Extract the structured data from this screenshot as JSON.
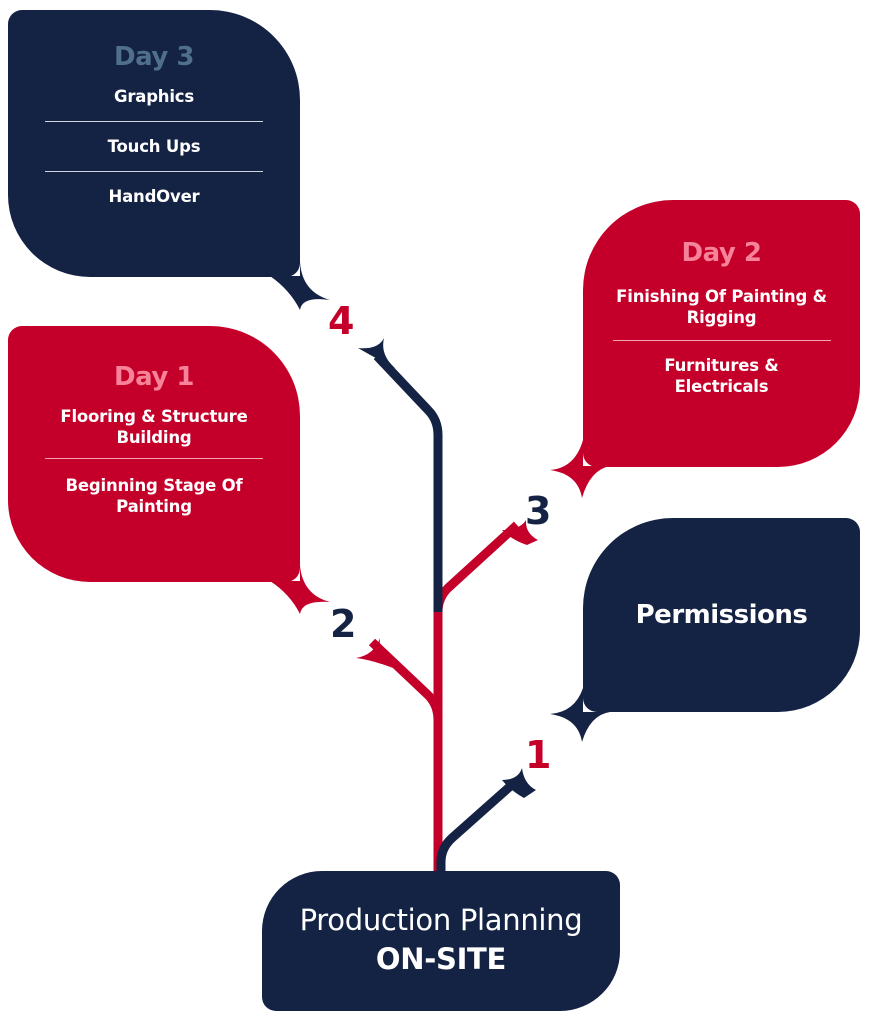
{
  "colors": {
    "navy": "#142344",
    "red": "#c4002a",
    "navy_title": "#4f6f8c",
    "red_title": "#f7839a",
    "text": "#ffffff"
  },
  "root": {
    "line1": "Production Planning",
    "line2": "ON-SITE"
  },
  "steps": [
    {
      "number": "1",
      "number_color": "red",
      "bubble_color": "navy",
      "title": "Permissions",
      "tasks": []
    },
    {
      "number": "2",
      "number_color": "navy",
      "bubble_color": "red",
      "title": "Day 1",
      "tasks": [
        "Flooring & Structure Building",
        "Beginning Stage Of Painting"
      ]
    },
    {
      "number": "3",
      "number_color": "navy",
      "bubble_color": "red",
      "title": "Day 2",
      "tasks": [
        "Finishing Of Painting & Rigging",
        "Furnitures & Electricals"
      ]
    },
    {
      "number": "4",
      "number_color": "red",
      "bubble_color": "navy",
      "title": "Day 3",
      "tasks": [
        "Graphics",
        "Touch Ups",
        "HandOver"
      ]
    }
  ]
}
